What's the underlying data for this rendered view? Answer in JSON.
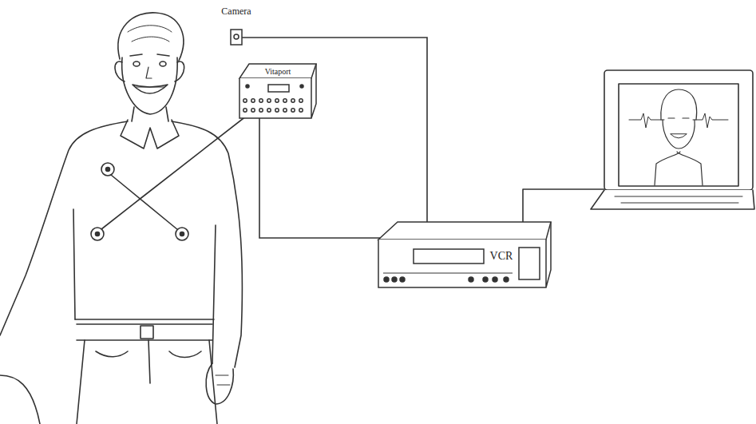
{
  "diagram": {
    "nodes": [
      {
        "text": [
          "Camera"
        ]
      },
      {
        "text": [
          "Vitaport"
        ]
      },
      {
        "text": [
          "VCR"
        ]
      }
    ],
    "edges": [
      {
        "from": 0,
        "to": 2,
        "arrow": "none"
      },
      {
        "from": 1,
        "to": 2,
        "arrow": "none"
      }
    ]
  }
}
